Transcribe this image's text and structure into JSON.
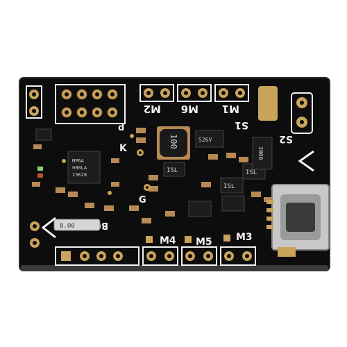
{
  "scene": {
    "description_free": true,
    "colors": {
      "background": "#ffffff",
      "board": "#0d0d0d",
      "board_edge": "#2a2a2a",
      "pad_gold": "#c9a35a",
      "pad_gold_dark": "#8a6a30",
      "silkscreen": "#f2f2f2",
      "chip_black": "#1c1c1c",
      "component_tan": "#b78a55",
      "led_green": "#8fd07a",
      "usb_silver": "#c8c8c8"
    }
  },
  "labels": {
    "m1": "M1",
    "m2": "M2",
    "m3": "M3",
    "m4": "M4",
    "m5": "M5",
    "m6": "M6",
    "s1": "S1",
    "s2": "S2",
    "k": "K",
    "d": "d",
    "g": "G",
    "boot": "BOOT"
  },
  "component_markings": {
    "inductor": "100",
    "mcu": "MP6A",
    "mcu_line2": "000LA",
    "mcu_line3": "15K28",
    "sot_chip": "S26V",
    "mosfet_a": "ISL",
    "mosfet_b": "ISL",
    "mosfet_c": "ISL",
    "crystal": "8.00",
    "reg": "3000"
  },
  "icons": [
    "chevron-left-icon",
    "chevron-left-icon"
  ]
}
